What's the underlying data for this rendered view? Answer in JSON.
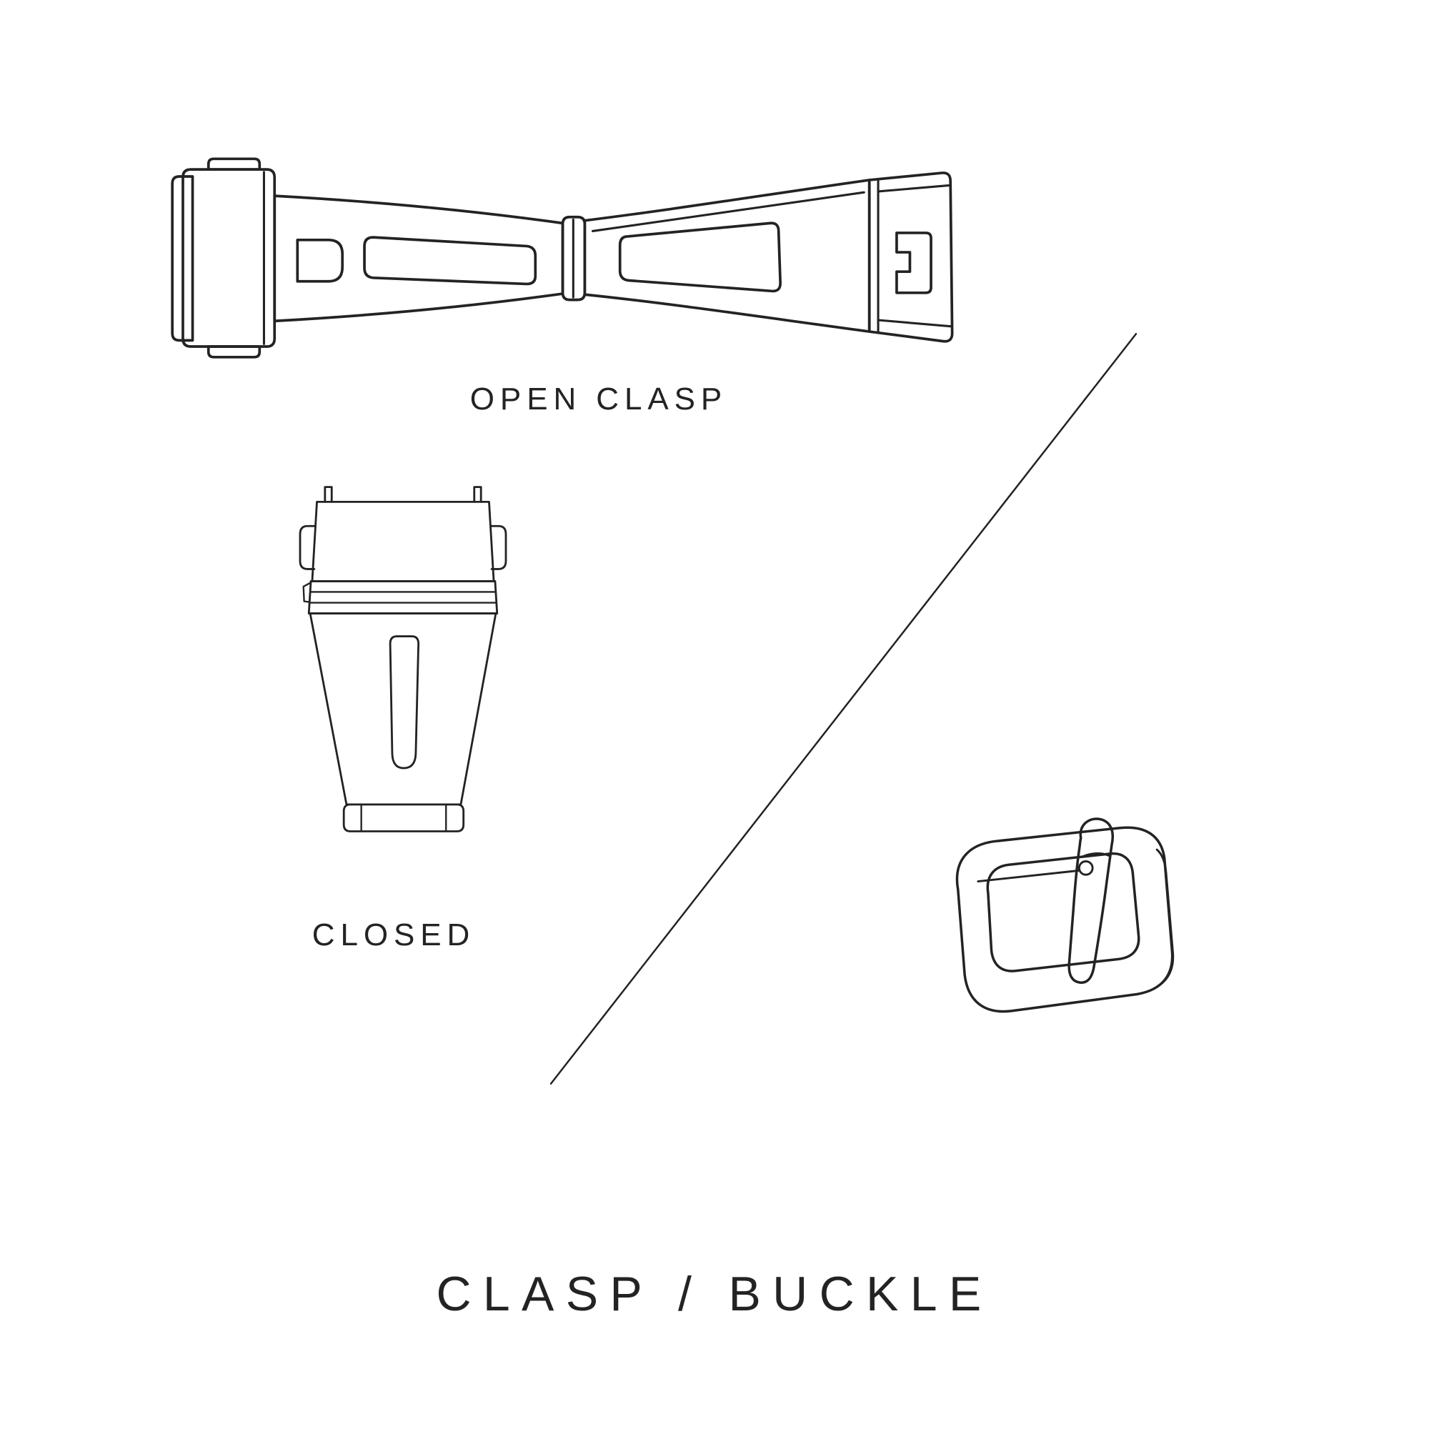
{
  "title": "CLASP / BUCKLE",
  "figures": {
    "open_clasp": {
      "label": "OPEN CLASP",
      "icon": "open-clasp-illustration"
    },
    "closed_clasp": {
      "label": "CLOSED",
      "icon": "closed-clasp-illustration"
    },
    "buckle": {
      "icon": "buckle-illustration"
    }
  },
  "colors": {
    "background": "#ffffff",
    "ink": "#232323"
  }
}
